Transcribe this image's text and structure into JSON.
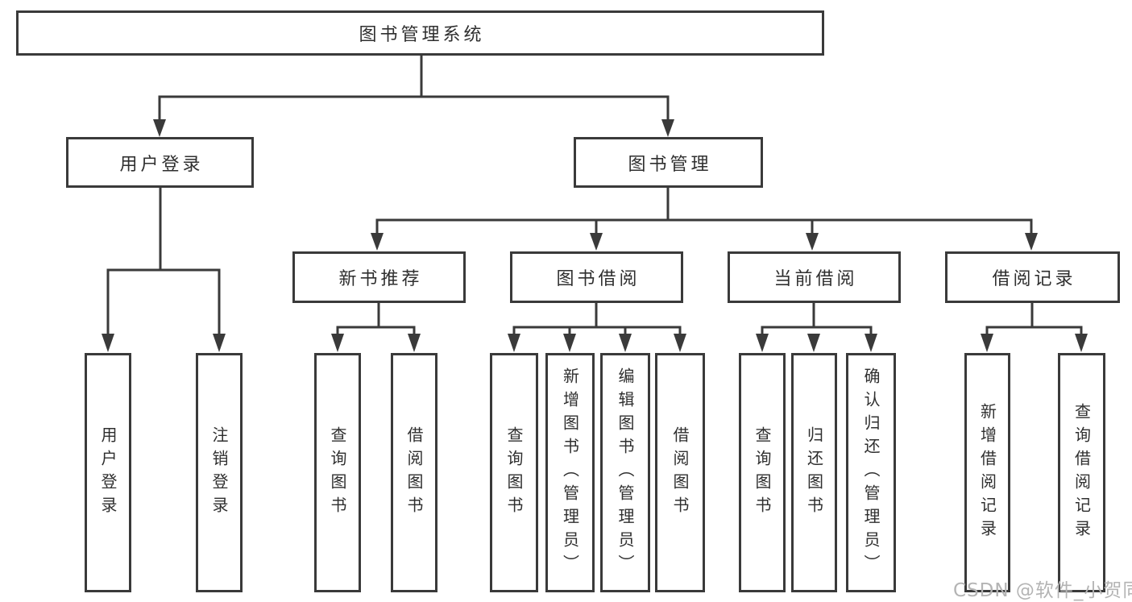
{
  "diagram": {
    "root": {
      "label": "图书管理系统"
    },
    "level2": [
      {
        "label": "用户登录"
      },
      {
        "label": "图书管理"
      }
    ],
    "level3": [
      {
        "label": "新书推荐"
      },
      {
        "label": "图书借阅"
      },
      {
        "label": "当前借阅"
      },
      {
        "label": "借阅记录"
      }
    ],
    "leaves": {
      "user_login": [
        "用户登录",
        "注销登录"
      ],
      "new_book_recommend": [
        "查询图书",
        "借阅图书"
      ],
      "book_borrow": [
        "查询图书",
        "新增图书（管理员）",
        "编辑图书（管理员）",
        "借阅图书"
      ],
      "current_borrow": [
        "查询图书",
        "归还图书",
        "确认归还（管理员）"
      ],
      "borrow_records": [
        "新增借阅记录",
        "查询借阅记录"
      ]
    }
  },
  "colors": {
    "line": "#3a3a3a",
    "box_border": "#3a3a3a",
    "text": "#2f2f2f",
    "watermark": "#b4b4b4"
  },
  "watermark": {
    "text": "CSDN @软件_小贺同学"
  }
}
